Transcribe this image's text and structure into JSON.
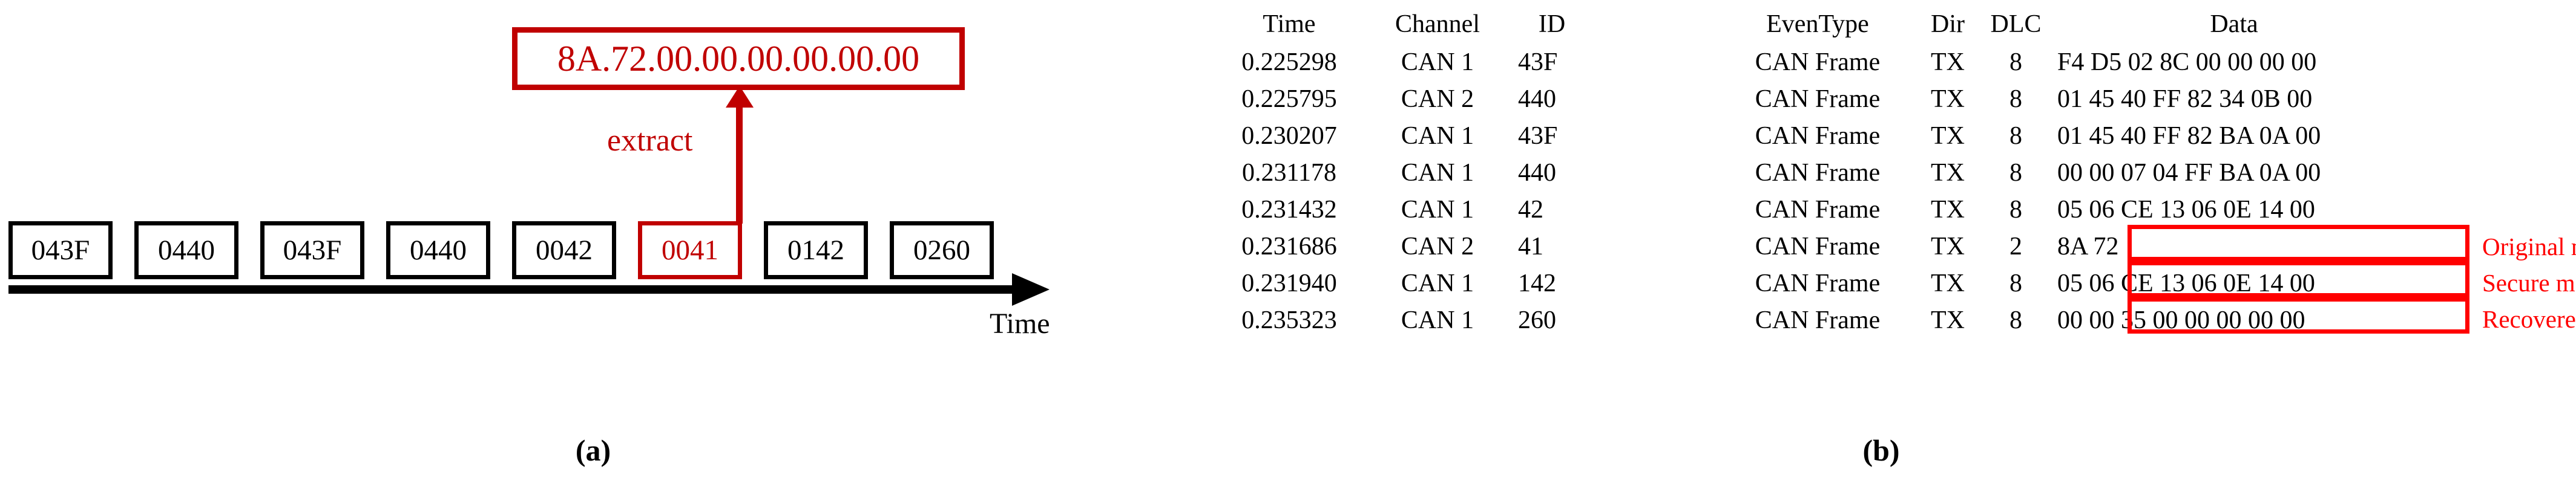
{
  "figure": {
    "panel_a_label": "(a)",
    "panel_b_label": "(b)"
  },
  "panel_a": {
    "extract_box_value": "8A.72.00.00.00.00.00.00",
    "extract_arrow_label": "extract",
    "axis_label": "Time",
    "accent_color": "#C00000",
    "sequence": [
      {
        "value": "043F",
        "highlighted": false
      },
      {
        "value": "0440",
        "highlighted": false
      },
      {
        "value": "043F",
        "highlighted": false
      },
      {
        "value": "0440",
        "highlighted": false
      },
      {
        "value": "0042",
        "highlighted": false
      },
      {
        "value": "0041",
        "highlighted": true
      },
      {
        "value": "0142",
        "highlighted": false
      },
      {
        "value": "0260",
        "highlighted": false
      }
    ]
  },
  "panel_b": {
    "annotation_color": "#FF0000",
    "columns": [
      "Time",
      "Channel",
      "ID",
      "EvenType",
      "Dir",
      "DLC",
      "Data"
    ],
    "rows": [
      {
        "time": "0.225298",
        "channel": "CAN 1",
        "id": "43F",
        "eventype": "CAN Frame",
        "dir": "TX",
        "dlc": "8",
        "data": "F4 D5 02 8C 00 00 00 00"
      },
      {
        "time": "0.225795",
        "channel": "CAN 2",
        "id": "440",
        "eventype": "CAN Frame",
        "dir": "TX",
        "dlc": "8",
        "data": "01 45 40 FF 82 34 0B 00"
      },
      {
        "time": "0.230207",
        "channel": "CAN 1",
        "id": "43F",
        "eventype": "CAN Frame",
        "dir": "TX",
        "dlc": "8",
        "data": "01 45 40 FF 82 BA 0A 00"
      },
      {
        "time": "0.231178",
        "channel": "CAN 1",
        "id": "440",
        "eventype": "CAN Frame",
        "dir": "TX",
        "dlc": "8",
        "data": "00 00 07 04 FF BA 0A 00"
      },
      {
        "time": "0.231432",
        "channel": "CAN 1",
        "id": "42",
        "eventype": "CAN Frame",
        "dir": "TX",
        "dlc": "8",
        "data": "05 06 CE 13 06 0E 14 00"
      },
      {
        "time": "0.231686",
        "channel": "CAN 2",
        "id": "41",
        "eventype": "CAN Frame",
        "dir": "TX",
        "dlc": "2",
        "data": "8A 72"
      },
      {
        "time": "0.231940",
        "channel": "CAN 1",
        "id": "142",
        "eventype": "CAN Frame",
        "dir": "TX",
        "dlc": "8",
        "data": "05 06 CE 13 06 0E 14 00"
      },
      {
        "time": "0.235323",
        "channel": "CAN 1",
        "id": "260",
        "eventype": "CAN Frame",
        "dir": "TX",
        "dlc": "8",
        "data": "00 00 35 00 00 00 00 00"
      }
    ],
    "annotations": [
      {
        "label": "Original message",
        "row_index": 4
      },
      {
        "label": "Secure message",
        "row_index": 5
      },
      {
        "label": "Recovered message",
        "row_index": 6
      }
    ]
  }
}
